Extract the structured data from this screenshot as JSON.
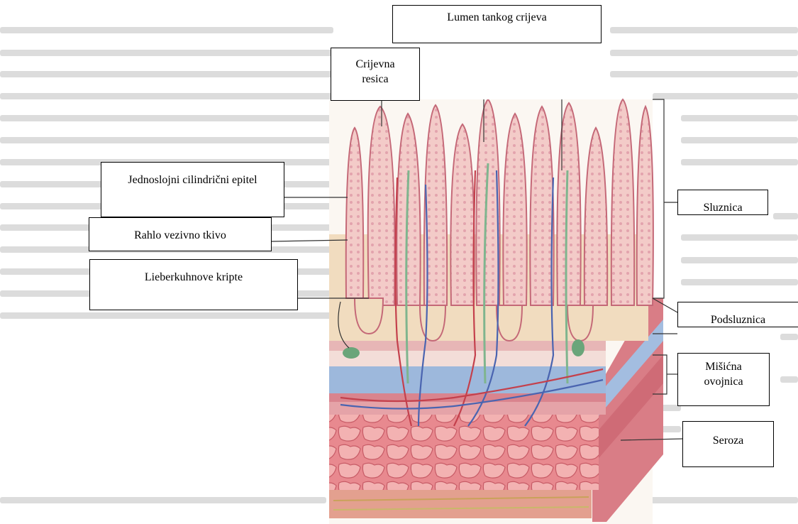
{
  "labels": {
    "lumen": "Lumen tankog crijeva",
    "resica": "Crijevna resica",
    "epitel": "Jednoslojni cilindrični epitel",
    "vezivno": "Rahlo vezivno tkivo",
    "kripte": "Lieberkuhnove kripte",
    "sluznica": "Sluznica",
    "podsluznica": "Podsluznica",
    "misicna": "Mišićna ovojnica",
    "seroza": "Seroza"
  },
  "colors": {
    "epithelium": "#e49aa8",
    "villus_core": "#f2c9c6",
    "submucosa_tan": "#f0dcc0",
    "muscle_blue": "#9db8dc",
    "muscle_pink": "#d9848e",
    "serosa_red": "#e07a80",
    "lymph_green": "#86b892",
    "vessel_blue": "#4a64b0",
    "vessel_red": "#c4404c"
  }
}
